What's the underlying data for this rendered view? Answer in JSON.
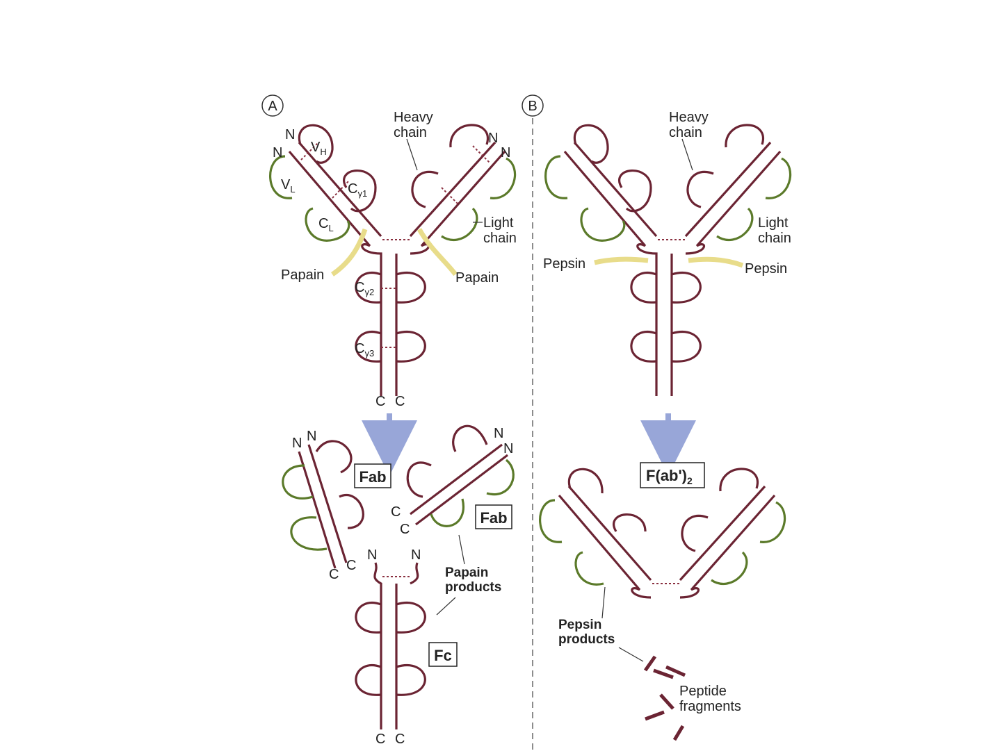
{
  "panel_a": {
    "marker": "A",
    "heavy_chain": "Heavy\nchain",
    "light_chain": "Light\nchain",
    "enzyme": "Papain",
    "domains": {
      "vh": "V",
      "vh_sub": "H",
      "vl": "V",
      "vl_sub": "L",
      "cl": "C",
      "cl_sub": "L",
      "cg1": "C",
      "cg1_sub": "γ1",
      "cg2": "C",
      "cg2_sub": "γ2",
      "cg3": "C",
      "cg3_sub": "γ3"
    },
    "n_term": "N",
    "c_term": "C",
    "fab": "Fab",
    "fc": "Fc",
    "products": "Papain\nproducts"
  },
  "panel_b": {
    "marker": "B",
    "heavy_chain": "Heavy\nchain",
    "light_chain": "Light\nchain",
    "enzyme": "Pepsin",
    "fab2": "F(ab')",
    "fab2_sub": "2",
    "products": "Pepsin\nproducts",
    "fragments": "Peptide\nfragments"
  },
  "colors": {
    "heavy": "#6b2433",
    "light": "#5b7a2a",
    "arrow": "#e8dc8a",
    "down_arrow": "#98a6d8"
  }
}
